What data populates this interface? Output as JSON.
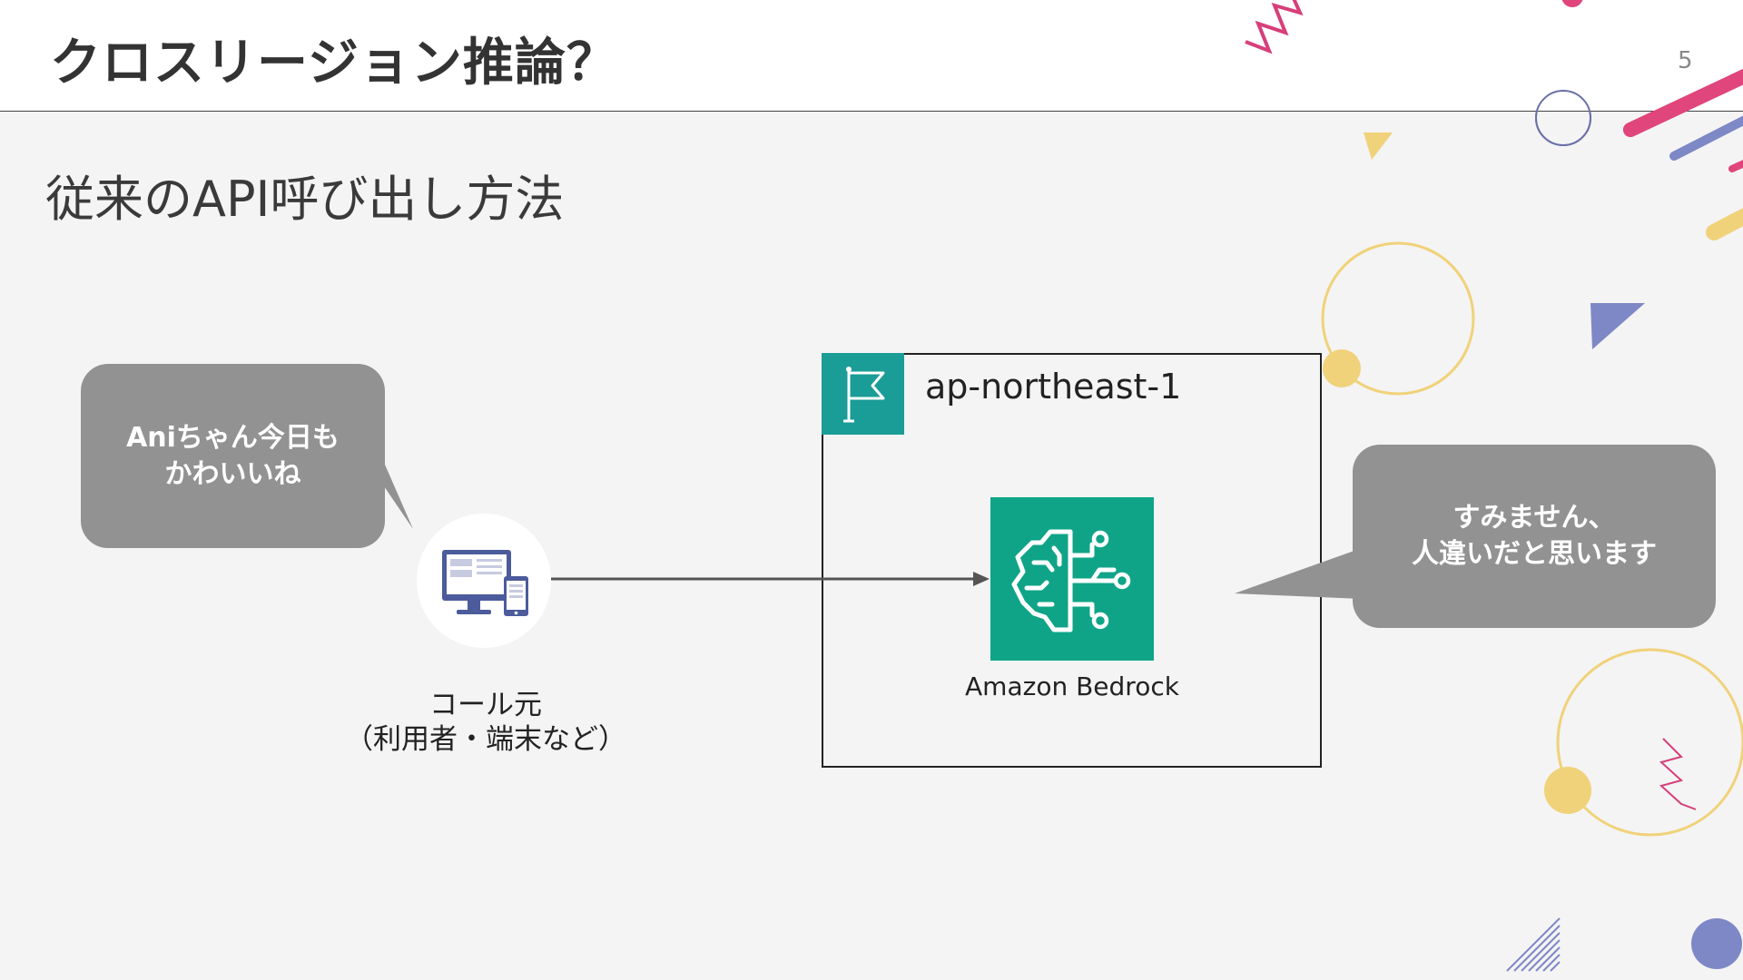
{
  "slide": {
    "title": "クロスリージョン推論？",
    "page_number": "5",
    "subtitle": "従来のAPI呼び出し方法"
  },
  "diagram": {
    "speech_left": "Aniちゃん今日も\nかわいいね",
    "speech_right": "すみません、\n人違いだと思います",
    "caller_label": "コール元\n（利用者・端末など）",
    "region_label": "ap-northeast-1",
    "service_label": "Amazon Bedrock"
  },
  "icons": {
    "caller": "desktop-and-mobile-icon",
    "region": "flag-icon",
    "service": "bedrock-brain-icon"
  },
  "colors": {
    "region_teal": "#1a9c97",
    "bedrock_green": "#0fa488",
    "bubble_gray": "#929292",
    "deco_pink": "#e0457b",
    "deco_blue": "#7f88c6",
    "deco_yellow": "#f0d27a"
  }
}
